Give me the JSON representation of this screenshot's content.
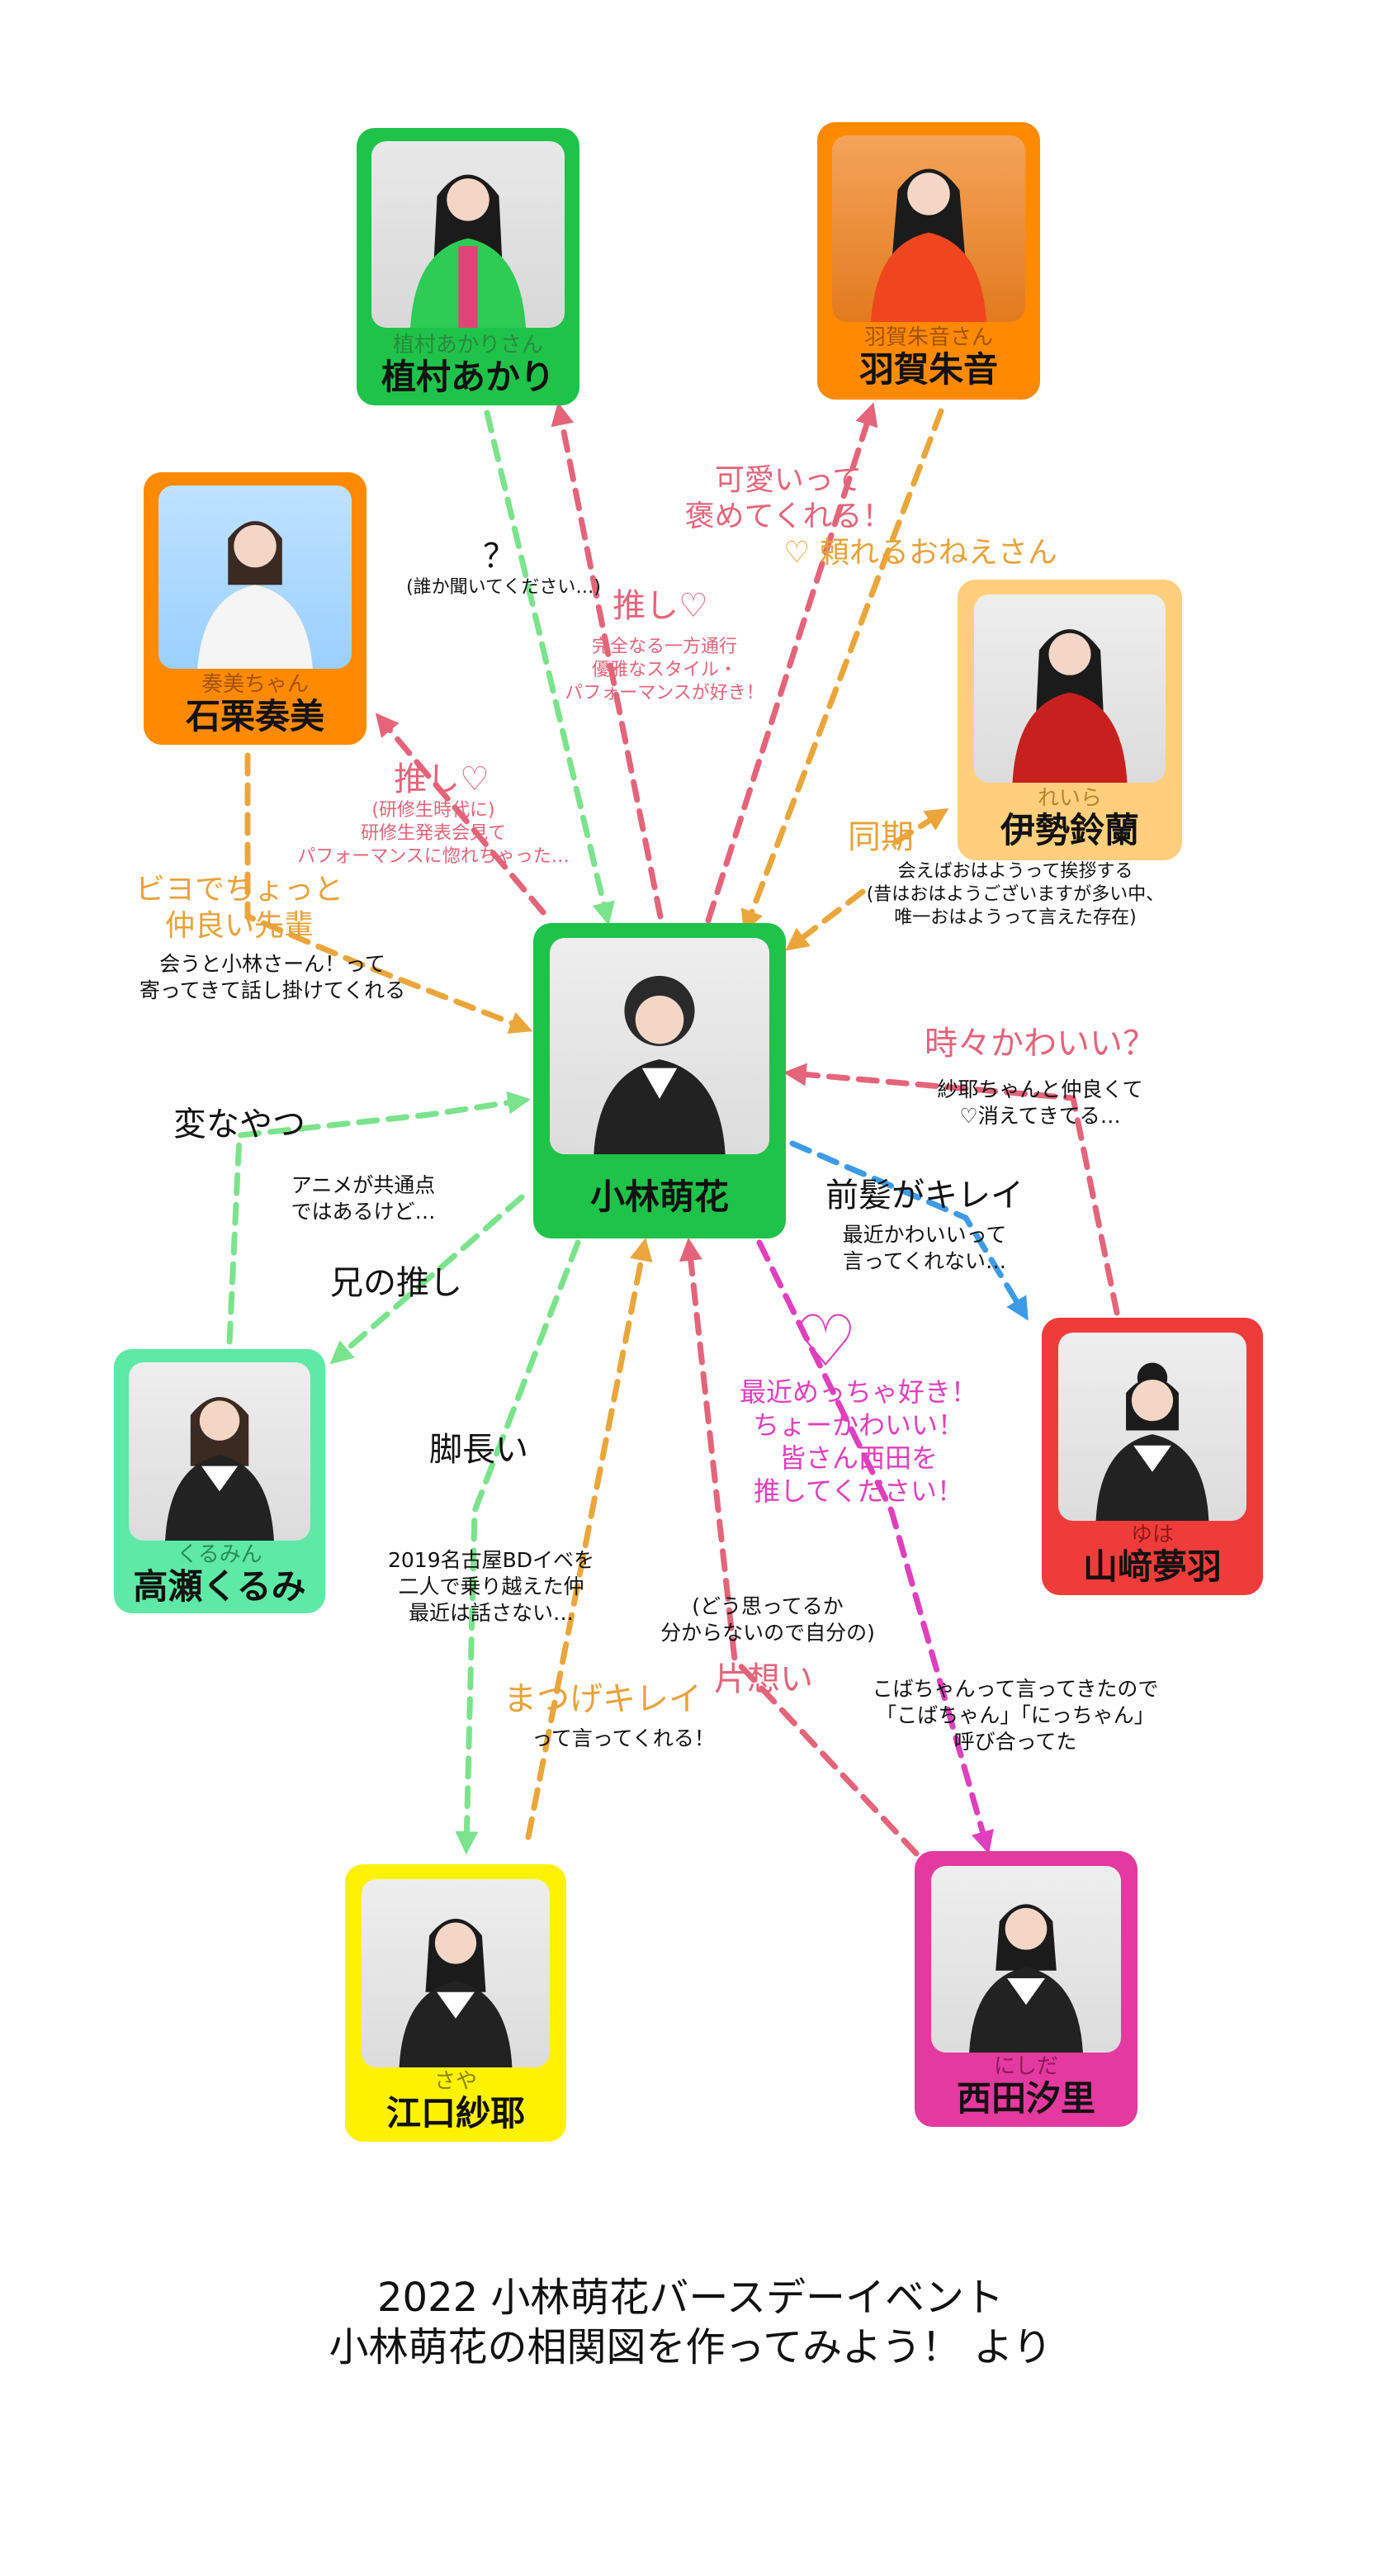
{
  "colors": {
    "green": "#1fc34a",
    "orange": "#ff8a00",
    "light_orange": "#ffcf7d",
    "mint": "#5ee9a6",
    "red": "#ef3c3a",
    "yellow": "#fff200",
    "magenta": "#e4399f",
    "arrow_pink": "#e4647a",
    "arrow_orange": "#eba63b",
    "arrow_green": "#7be38c",
    "arrow_blue": "#3c9be6",
    "arrow_magenta": "#e03fbd"
  },
  "nodes": {
    "center": {
      "name": "小林萌花"
    },
    "uemura": {
      "nick": "植村あかりさん",
      "name": "植村あかり"
    },
    "haga": {
      "nick": "羽賀朱音さん",
      "name": "羽賀朱音"
    },
    "ishiguri": {
      "nick": "奏美ちゃん",
      "name": "石栗奏美"
    },
    "ise": {
      "nick": "れいら",
      "name": "伊勢鈴蘭"
    },
    "takase": {
      "nick": "くるみん",
      "name": "高瀬くるみ"
    },
    "yamazaki": {
      "nick": "ゆは",
      "name": "山﨑夢羽"
    },
    "eguchi": {
      "nick": "さや",
      "name": "江口紗耶"
    },
    "nishida": {
      "nick": "にしだ",
      "name": "西田汐里"
    }
  },
  "labels": {
    "uemura_q": "？",
    "uemura_q_note": "(誰か聞いてください…)",
    "oshi_uemura": "推し♡",
    "oshi_uemura_note": "完全なる一方通行\n優雅なスタイル・\nパフォーマンスが好き！",
    "haga_kawaii": "可愛いって\n褒めてくれる！",
    "haga_tayoreru": "♡ 頼れるおねえさん",
    "oshi_ishiguri": "推し♡",
    "oshi_ishiguri_note": "(研修生時代に)\n研修生発表会見て\nパフォーマンスに惚れちゃった…",
    "ishiguri_bideo": "ビヨでちょっと\n仲良い先輩",
    "ishiguri_note": "会うと小林さーん！って\n寄ってきて話し掛けてくれる",
    "douki": "同期",
    "ise_note": "会えばおはようって挨拶する\n(昔はおはようございますが多い中、\n唯一おはようって言えた存在)",
    "tokidoki": "時々かわいい？",
    "tokidoki_note": "紗耶ちゃんと仲良くて\n♡消えてきてる…",
    "hennayatsu": "変なやつ",
    "anime": "アニメが共通点\nではあるけど…",
    "ani_no_oshi": "兄の推し",
    "maegami": "前髪がキレイ",
    "maegami_note": "最近かわいいって\n言ってくれない…",
    "heart": "♡",
    "nishida_love": "最近めっちゃ好き！\nちょーかわいい！\n皆さん西田を\n推してください！",
    "ashinagai": "脚長い",
    "eguchi_note": "2019名古屋BDイベを\n二人で乗り越えた仲\n最近は話さない…",
    "kataomoi_note": "(どう思ってるか\n分からないので自分の)",
    "kataomoi": "片想い",
    "matsuge": "まつげキレイ",
    "matsuge_note": "って言ってくれる！",
    "nishida_note": "こばちゃんって言ってきたので\n「こばちゃん」「にっちゃん」\n呼び合ってた"
  },
  "footer": {
    "line1": "2022 小林萌花バースデーイベント",
    "line2": "小林萌花の相関図を作ってみよう！ より"
  }
}
